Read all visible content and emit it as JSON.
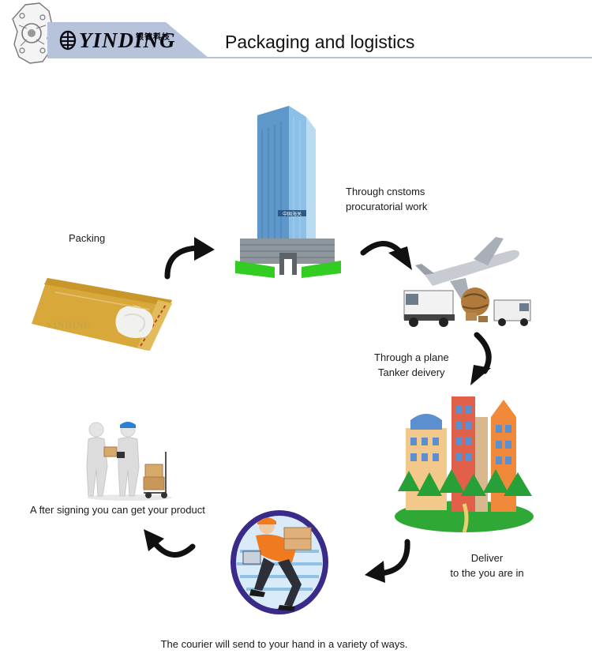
{
  "header": {
    "brand": "YINDING",
    "brand_sub": "银锭科技",
    "title": "Packaging and logistics"
  },
  "steps": {
    "packing": {
      "label": "Packing",
      "watermark": "YINDING"
    },
    "customs": {
      "line1": "Through cnstoms",
      "line2": "procuratorial work",
      "building_sign": "中国海关"
    },
    "plane": {
      "line1": "Through a plane",
      "line2": "Tanker deivery"
    },
    "deliver": {
      "line1": "Deliver",
      "line2": "to the you are in"
    },
    "courier": {
      "label": "The courier will send to your hand in a variety of ways."
    },
    "signing": {
      "label": "A fter signing you can get your product"
    }
  },
  "colors": {
    "arrow": "#111111",
    "envelope": "#d8a93a",
    "building_glass": "#6fa7d6",
    "building_base_green": "#33cc22",
    "courier_uniform": "#f07a20",
    "courier_circle": "#3a2a8a",
    "city_orange": "#f08a3a",
    "tree_green": "#2fa836",
    "header_banner": "#b7c3da"
  }
}
